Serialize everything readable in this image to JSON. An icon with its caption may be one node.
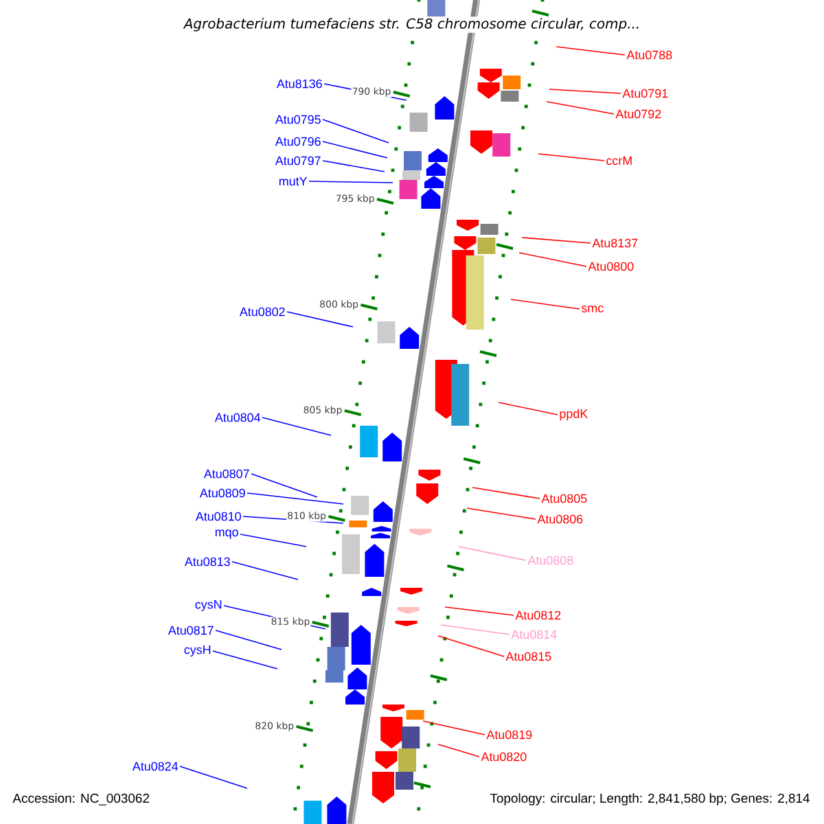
{
  "diagram": {
    "title": "Agrobacterium tumefaciens str. C58 chromosome circular, comp...",
    "nodes": [
      {
        "text": [
          "Atu8136"
        ]
      },
      {
        "text": [
          "Atu0795"
        ]
      },
      {
        "text": [
          "Atu0796"
        ]
      },
      {
        "text": [
          "Atu0797"
        ]
      },
      {
        "text": [
          "mutY"
        ]
      },
      {
        "text": [
          "Atu0802"
        ]
      },
      {
        "text": [
          "Atu0804"
        ]
      },
      {
        "text": [
          "Atu0807"
        ]
      },
      {
        "text": [
          "Atu0809"
        ]
      },
      {
        "text": [
          "Atu0810"
        ]
      },
      {
        "text": [
          "mqo"
        ]
      },
      {
        "text": [
          "Atu0813"
        ]
      },
      {
        "text": [
          "cysN"
        ]
      },
      {
        "text": [
          "Atu0817"
        ]
      },
      {
        "text": [
          "cysH"
        ]
      },
      {
        "text": [
          "Atu0824"
        ]
      },
      {
        "text": [
          "Atu0788"
        ]
      },
      {
        "text": [
          "Atu0791"
        ]
      },
      {
        "text": [
          "Atu0792"
        ]
      },
      {
        "text": [
          "ccrM"
        ]
      },
      {
        "text": [
          "Atu8137"
        ]
      },
      {
        "text": [
          "Atu0800"
        ]
      },
      {
        "text": [
          "smc"
        ]
      },
      {
        "text": [
          "ppdK"
        ]
      },
      {
        "text": [
          "Atu0805"
        ]
      },
      {
        "text": [
          "Atu0806"
        ]
      },
      {
        "text": [
          "Atu0808"
        ]
      },
      {
        "text": [
          "Atu0812"
        ]
      },
      {
        "text": [
          "Atu0814"
        ]
      },
      {
        "text": [
          "Atu0815"
        ]
      },
      {
        "text": [
          "Atu0819"
        ]
      },
      {
        "text": [
          "Atu0820"
        ]
      }
    ],
    "edges": [
      {
        "from": 0,
        "to": null,
        "arrow": "none",
        "color": "#0000ff"
      },
      {
        "from": 1,
        "to": null,
        "arrow": "none",
        "color": "#0000ff"
      },
      {
        "from": 2,
        "to": null,
        "arrow": "none",
        "color": "#0000ff"
      },
      {
        "from": 3,
        "to": null,
        "arrow": "none",
        "color": "#0000ff"
      },
      {
        "from": 4,
        "to": null,
        "arrow": "none",
        "color": "#0000ff"
      },
      {
        "from": 5,
        "to": null,
        "arrow": "none",
        "color": "#0000ff"
      },
      {
        "from": 6,
        "to": null,
        "arrow": "none",
        "color": "#0000ff"
      },
      {
        "from": 7,
        "to": null,
        "arrow": "none",
        "color": "#0000ff"
      },
      {
        "from": 8,
        "to": null,
        "arrow": "none",
        "color": "#0000ff"
      },
      {
        "from": 9,
        "to": null,
        "arrow": "none",
        "color": "#0000ff"
      },
      {
        "from": 10,
        "to": null,
        "arrow": "none",
        "color": "#0000ff"
      },
      {
        "from": 11,
        "to": null,
        "arrow": "none",
        "color": "#0000ff"
      },
      {
        "from": 12,
        "to": null,
        "arrow": "none",
        "color": "#0000ff"
      },
      {
        "from": 13,
        "to": null,
        "arrow": "none",
        "color": "#0000ff"
      },
      {
        "from": 14,
        "to": null,
        "arrow": "none",
        "color": "#0000ff"
      },
      {
        "from": 15,
        "to": null,
        "arrow": "none",
        "color": "#0000ff"
      },
      {
        "from": 16,
        "to": null,
        "arrow": "none",
        "color": "#ff0000"
      },
      {
        "from": 17,
        "to": null,
        "arrow": "none",
        "color": "#ff0000"
      },
      {
        "from": 18,
        "to": null,
        "arrow": "none",
        "color": "#ff0000"
      },
      {
        "from": 19,
        "to": null,
        "arrow": "none",
        "color": "#ff0000"
      },
      {
        "from": 20,
        "to": null,
        "arrow": "none",
        "color": "#ff0000"
      },
      {
        "from": 21,
        "to": null,
        "arrow": "none",
        "color": "#ff0000"
      },
      {
        "from": 22,
        "to": null,
        "arrow": "none",
        "color": "#ff0000"
      },
      {
        "from": 23,
        "to": null,
        "arrow": "none",
        "color": "#ff0000"
      },
      {
        "from": 24,
        "to": null,
        "arrow": "none",
        "color": "#ff0000"
      },
      {
        "from": 25,
        "to": null,
        "arrow": "none",
        "color": "#ff0000"
      },
      {
        "from": 26,
        "to": null,
        "arrow": "none",
        "color": "#ff99cc"
      },
      {
        "from": 27,
        "to": null,
        "arrow": "none",
        "color": "#ff0000"
      },
      {
        "from": 28,
        "to": null,
        "arrow": "none",
        "color": "#ff99cc"
      },
      {
        "from": 29,
        "to": null,
        "arrow": "none",
        "color": "#ff0000"
      },
      {
        "from": 30,
        "to": null,
        "arrow": "none",
        "color": "#ff0000"
      },
      {
        "from": 31,
        "to": null,
        "arrow": "none",
        "color": "#ff0000"
      }
    ],
    "labels": [
      "790 kbp",
      "795 kbp",
      "800 kbp",
      "805 kbp",
      "810 kbp",
      "815 kbp",
      "820 kbp",
      "Accession: NC_003062",
      "Topology: circular; Length: 2,841,580 bp; Genes: 2,814"
    ]
  }
}
